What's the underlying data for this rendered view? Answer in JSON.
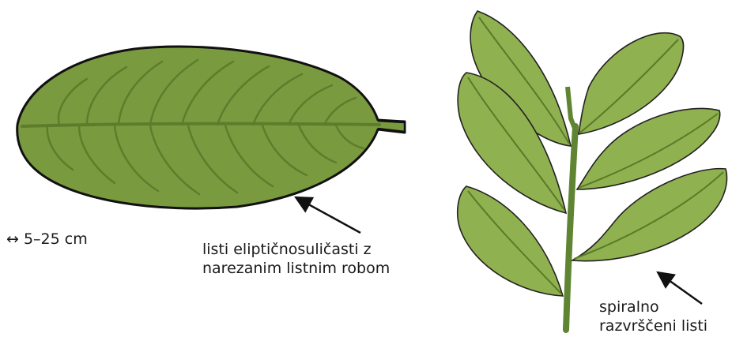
{
  "colors": {
    "leaf_fill": "#7a9a3f",
    "leaf_outline": "#111111",
    "vein": "#5e7d2c",
    "compound_leaf_fill": "#90b14f",
    "compound_vein": "#5a7a28",
    "stem": "#5f8532",
    "text": "#1a1a1a"
  },
  "labels": {
    "size": "↔ 5–25 cm",
    "leaf_shape_line1": "listi eliptičnosuličasti z",
    "leaf_shape_line2": "narezanim listnim robom",
    "arrangement_line1": "spiralno",
    "arrangement_line2": "razvrščeni listi"
  },
  "icons": {
    "single_leaf": "elliptic-lanceolate-leaf-icon",
    "branch": "leafy-branch-icon",
    "arrow": "pointer-arrow-icon"
  }
}
